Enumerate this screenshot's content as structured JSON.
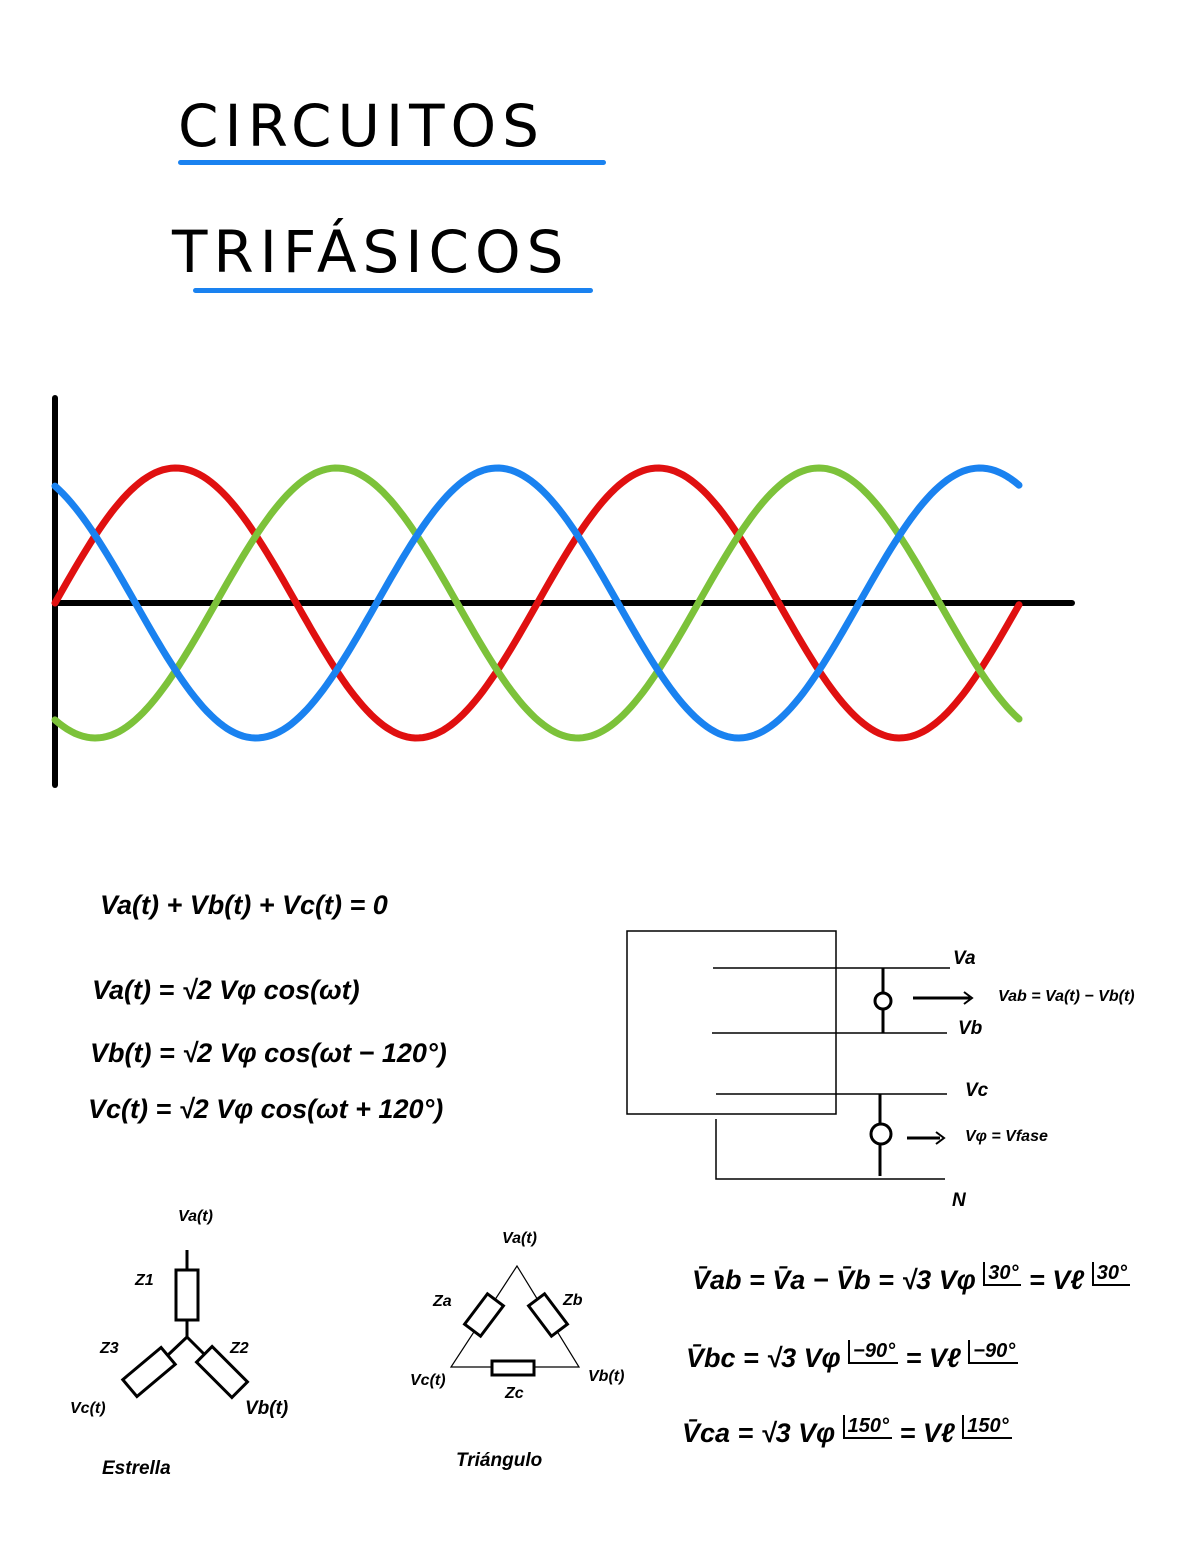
{
  "title": {
    "line1": "CIRCUITOS",
    "line2": "TRIFÁSICOS",
    "underline_color": "#1a82f0"
  },
  "chart_data": {
    "type": "line",
    "title": "",
    "xlabel": "",
    "ylabel": "",
    "grid": false,
    "cycles_shown": 2,
    "series": [
      {
        "color": "#e01010",
        "phase_deg": 0
      },
      {
        "color": "#7cc23a",
        "phase_deg": -120
      },
      {
        "color": "#1a82f0",
        "phase_deg": 120
      }
    ]
  },
  "equations": {
    "sum": "Va(t) + Vb(t) + Vc(t) = 0",
    "va": "Va(t) = √2 Vφ cos(ωt)",
    "vb": "Vb(t) = √2 Vφ cos(ωt − 120°)",
    "vc": "Vc(t) = √2 Vφ cos(ωt + 120°)"
  },
  "generator_diagram": {
    "labels": {
      "a": "Va",
      "b": "Vb",
      "c": "Vc",
      "n": "N"
    },
    "meter_top": "Vab = Va(t) − Vb(t)",
    "meter_bottom": "Vφ = Vfase"
  },
  "star": {
    "caption": "Estrella",
    "va": "Va(t)",
    "vb": "Vb(t)",
    "vc": "Vc(t)",
    "z1": "Z1",
    "z2": "Z2",
    "z3": "Z3"
  },
  "delta": {
    "caption": "Triángulo",
    "va": "Va(t)",
    "vb": "Vb(t)",
    "vc": "Vc(t)",
    "za": "Za",
    "zb": "Zb",
    "zc": "Zc"
  },
  "phasors": {
    "vab": {
      "lhs": "V̄ab = V̄a − V̄b = √3 Vφ",
      "ang1": "30°",
      "mid": "= Vℓ",
      "ang2": "30°"
    },
    "vbc": {
      "lhs": "V̄bc = √3 Vφ",
      "ang1": "−90°",
      "mid": "= Vℓ",
      "ang2": "−90°"
    },
    "vca": {
      "lhs": "V̄ca = √3 Vφ",
      "ang1": "150°",
      "mid": "= Vℓ",
      "ang2": "150°"
    }
  }
}
